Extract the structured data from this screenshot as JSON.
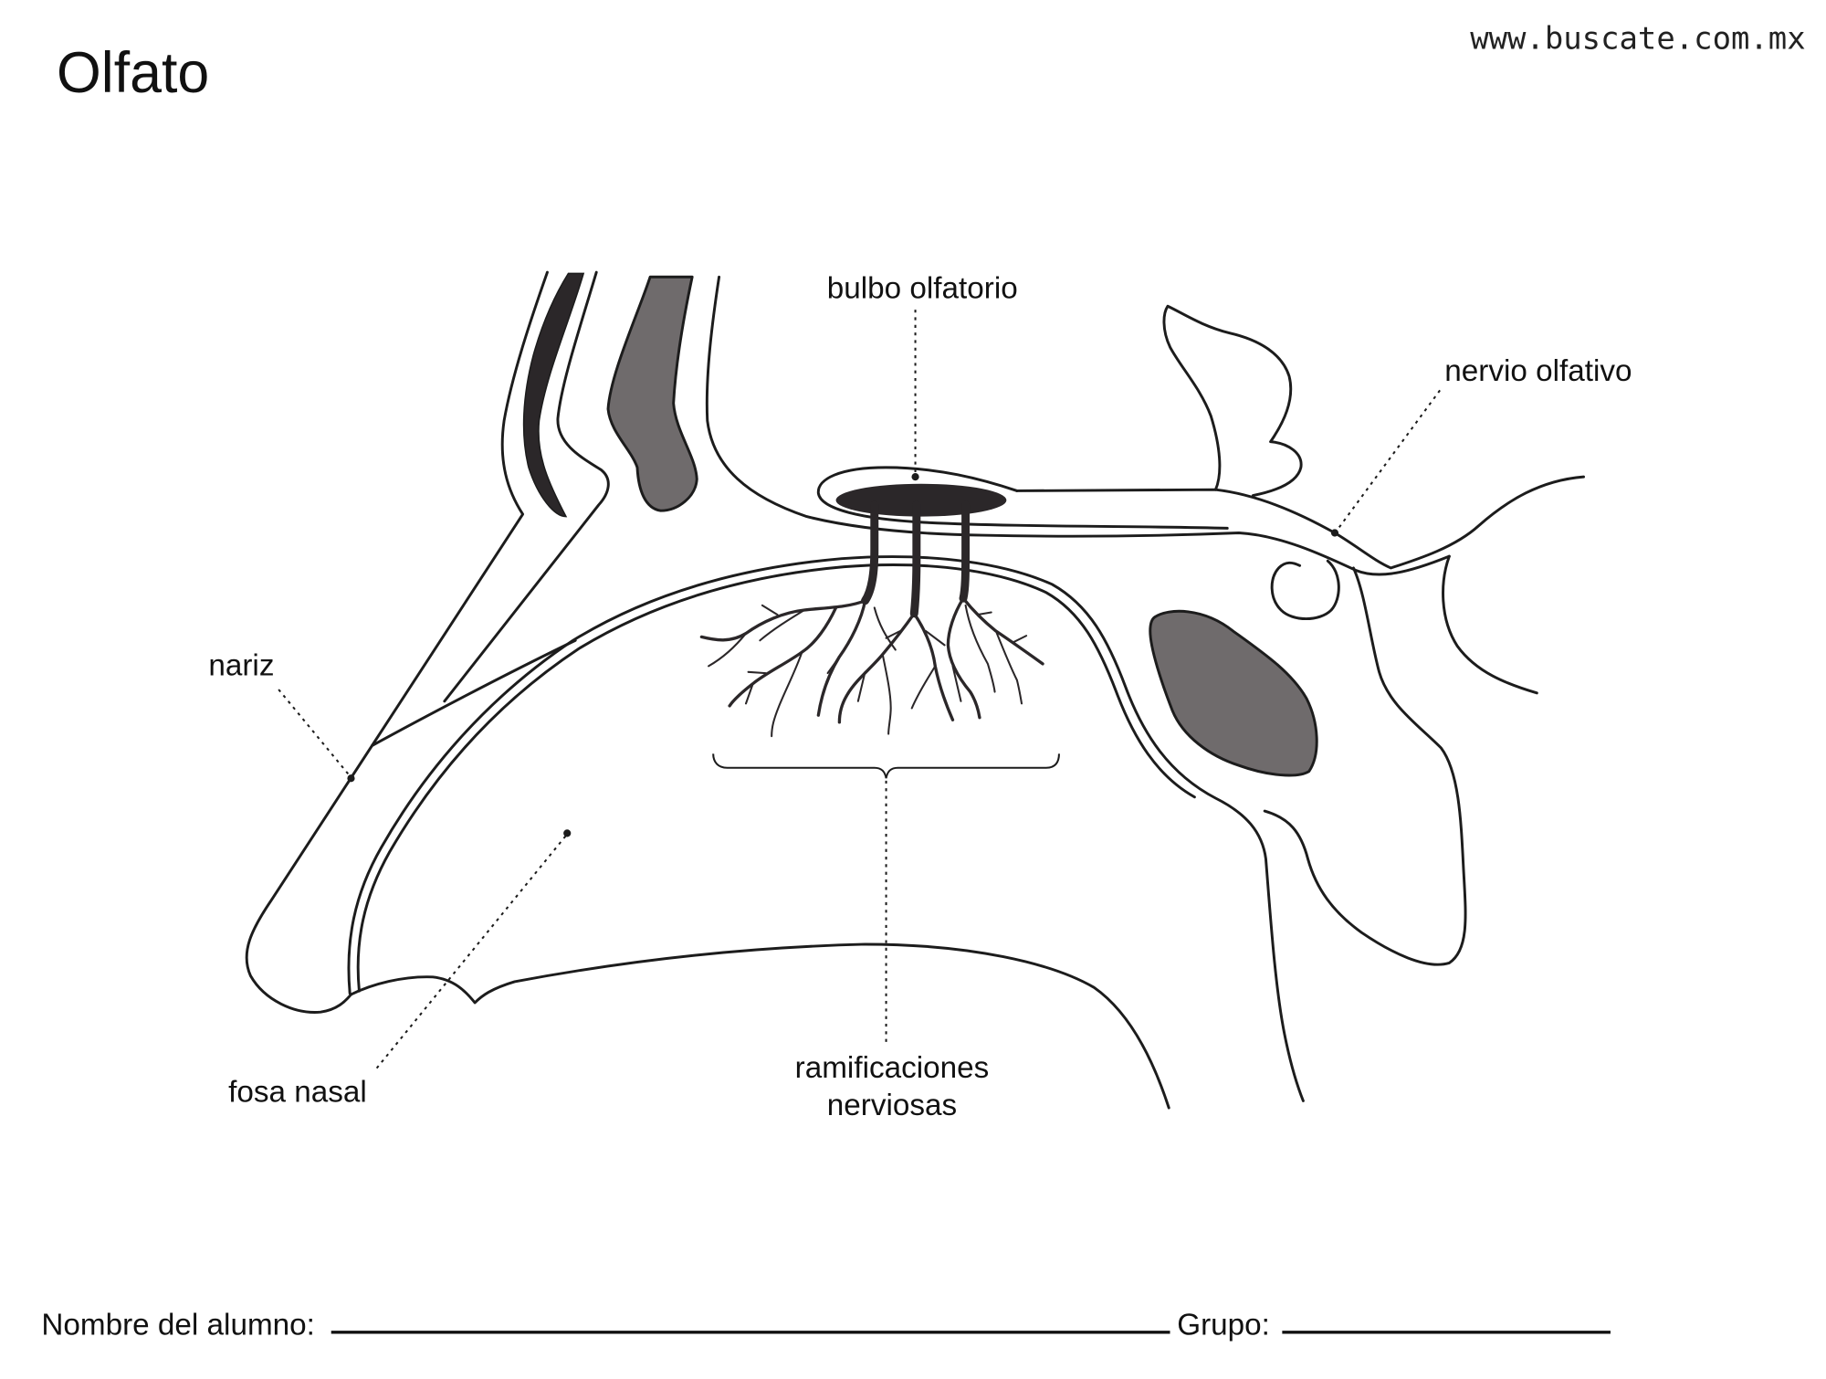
{
  "title": "Olfato",
  "website": "www.buscate.com.mx",
  "labels": {
    "bulbo_olfatorio": "bulbo olfatorio",
    "nervio_olfativo": "nervio olfativo",
    "nariz": "nariz",
    "fosa_nasal": "fosa nasal",
    "ramificaciones_line1": "ramificaciones",
    "ramificaciones_line2": "nerviosas"
  },
  "footer": {
    "student_name_label": "Nombre del alumno:",
    "group_label": "Grupo:"
  },
  "colors": {
    "line": "#1c1c1c",
    "sinus_fill": "#6f6b6c",
    "bulb_fill": "#2b2729"
  }
}
